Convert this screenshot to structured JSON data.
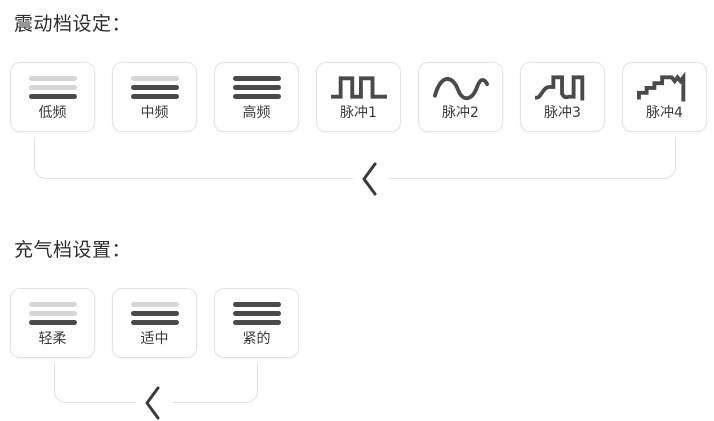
{
  "page": {
    "background_color": "#ffffff",
    "bar_on_color": "#4a4a4a",
    "bar_off_color": "#d6d6d6",
    "border_color": "#e3e3e3",
    "chevron_color": "#3a3a3a"
  },
  "sections": [
    {
      "id": "vibration",
      "title": "震动档设定：",
      "options": [
        {
          "label": "低频",
          "icon": "signal-bars-icon",
          "bars": [
            0,
            0,
            1
          ]
        },
        {
          "label": "中频",
          "icon": "signal-bars-icon",
          "bars": [
            0,
            1,
            1
          ]
        },
        {
          "label": "高频",
          "icon": "signal-bars-icon",
          "bars": [
            1,
            1,
            1
          ]
        },
        {
          "label": "脉冲1",
          "icon": "square-wave-icon"
        },
        {
          "label": "脉冲2",
          "icon": "sine-wave-icon"
        },
        {
          "label": "脉冲3",
          "icon": "ramp-pulse-wave-icon"
        },
        {
          "label": "脉冲4",
          "icon": "staircase-wave-icon"
        }
      ],
      "bracket": {
        "chevron_icon": "chevron-left-icon"
      }
    },
    {
      "id": "inflation",
      "title": "充气档设置：",
      "options": [
        {
          "label": "轻柔",
          "icon": "signal-bars-icon",
          "bars": [
            0,
            0,
            1
          ]
        },
        {
          "label": "适中",
          "icon": "signal-bars-icon",
          "bars": [
            0,
            1,
            1
          ]
        },
        {
          "label": "紧的",
          "icon": "signal-bars-icon",
          "bars": [
            1,
            1,
            1
          ]
        }
      ],
      "bracket": {
        "chevron_icon": "chevron-left-icon"
      }
    }
  ]
}
